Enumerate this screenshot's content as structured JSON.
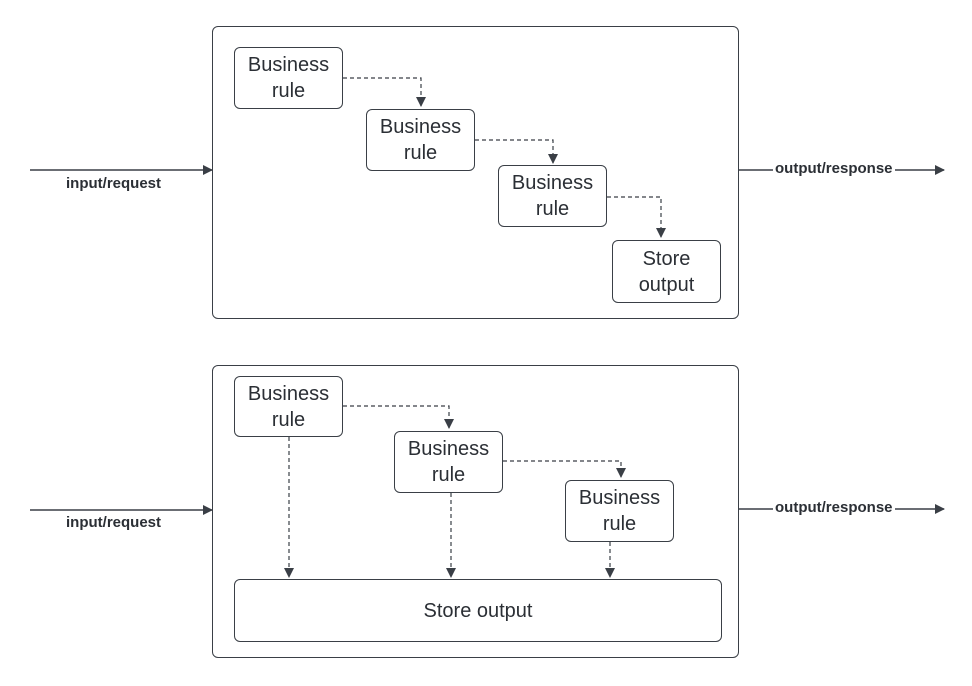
{
  "colors": {
    "stroke": "#3a3f46",
    "text": "#2b2f35",
    "background": "#ffffff"
  },
  "top_diagram": {
    "input_label": "input/request",
    "output_label": "output/response",
    "rules": [
      {
        "label": "Business\nrule"
      },
      {
        "label": "Business\nrule"
      },
      {
        "label": "Business\nrule"
      }
    ],
    "store": {
      "label": "Store\noutput"
    }
  },
  "bottom_diagram": {
    "input_label": "input/request",
    "output_label": "output/response",
    "rules": [
      {
        "label": "Business\nrule"
      },
      {
        "label": "Business\nrule"
      },
      {
        "label": "Business\nrule"
      }
    ],
    "store": {
      "label": "Store output"
    }
  }
}
